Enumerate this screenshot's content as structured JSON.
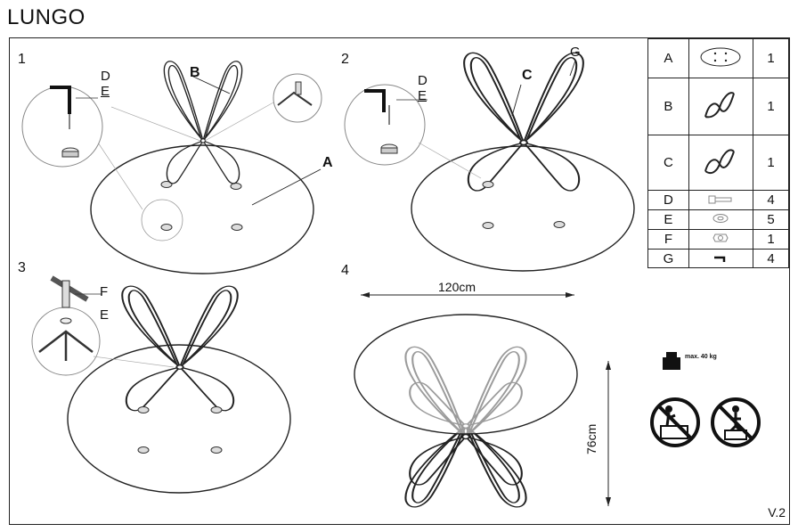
{
  "header": {
    "title": "LUNGO"
  },
  "steps": [
    {
      "number": "1",
      "labels": [
        "D",
        "E",
        "B",
        "A"
      ]
    },
    {
      "number": "2",
      "labels": [
        "D",
        "E",
        "C",
        "G"
      ]
    },
    {
      "number": "3",
      "labels": [
        "F",
        "E"
      ]
    },
    {
      "number": "4",
      "width_label": "120cm",
      "height_label": "76cm"
    }
  ],
  "parts_table": {
    "rows": [
      {
        "letter": "A",
        "qty": "1",
        "icon": "oval-glass-top-icon"
      },
      {
        "letter": "B",
        "qty": "1",
        "icon": "frame-b-icon"
      },
      {
        "letter": "C",
        "qty": "1",
        "icon": "frame-c-icon"
      },
      {
        "letter": "D",
        "qty": "4",
        "icon": "bolt-icon"
      },
      {
        "letter": "E",
        "qty": "5",
        "icon": "washer-icon"
      },
      {
        "letter": "F",
        "qty": "1",
        "icon": "nut-icon"
      },
      {
        "letter": "G",
        "qty": "4",
        "icon": "allen-key-icon"
      }
    ]
  },
  "warnings": {
    "max_load": "max. 40 kg"
  },
  "footer": {
    "version": "V.2"
  }
}
